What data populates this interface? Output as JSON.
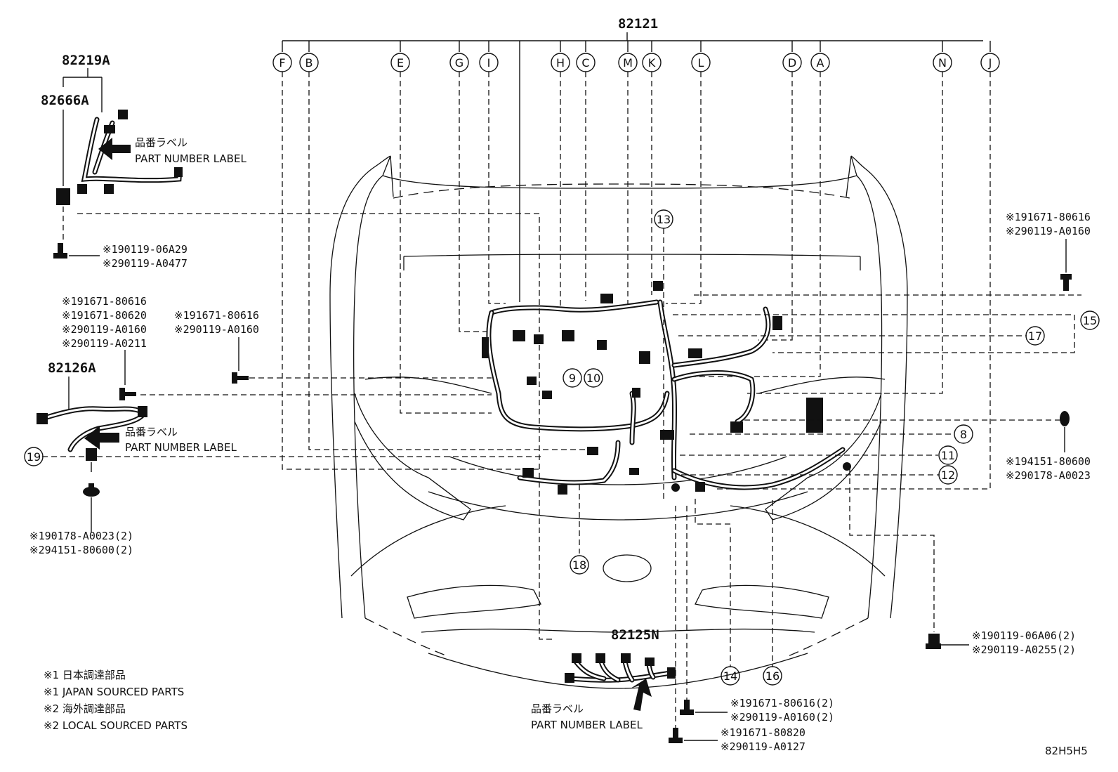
{
  "diagram": {
    "main_part": "82121",
    "letters": [
      "F",
      "B",
      "E",
      "G",
      "I",
      "H",
      "C",
      "M",
      "K",
      "L",
      "D",
      "A",
      "N",
      "J"
    ],
    "assemblies": {
      "top_left_outer": "82219A",
      "top_left_inner": "82666A",
      "left_mid": "82126A",
      "bottom": "82125N"
    },
    "label_jp": "品番ラベル",
    "label_en": "PART NUMBER LABEL",
    "callouts": {
      "c8": "8",
      "c9": "9",
      "c10": "10",
      "c11": "11",
      "c12": "12",
      "c13": "13",
      "c14": "14",
      "c15": "15",
      "c16": "16",
      "c17": "17",
      "c18": "18",
      "c19": "19"
    },
    "part_numbers": {
      "tl_bolt": [
        "※190119-06A29",
        "※290119-A0477"
      ],
      "left_stack": [
        "※191671-80616",
        "※191671-80620",
        "※290119-A0160",
        "※290119-A0211"
      ],
      "mid_bolt": [
        "※191671-80616",
        "※290119-A0160"
      ],
      "left_clip": [
        "※190178-A0023(2)",
        "※294151-80600(2)"
      ],
      "tr_bolt": [
        "※191671-80616",
        "※290119-A0160"
      ],
      "right_clip": [
        "※194151-80600",
        "※290178-A0023"
      ],
      "right_low_bolt": [
        "※190119-06A06(2)",
        "※290119-A0255(2)"
      ],
      "bottom_bolt_1": [
        "※191671-80616(2)",
        "※290119-A0160(2)"
      ],
      "bottom_bolt_2": [
        "※191671-80820",
        "※290119-A0127"
      ]
    },
    "legend": [
      "※1 日本調達部品",
      "※1 JAPAN SOURCED PARTS",
      "※2 海外調達部品",
      "※2 LOCAL SOURCED PARTS"
    ],
    "figure_code": "82H5H5"
  }
}
